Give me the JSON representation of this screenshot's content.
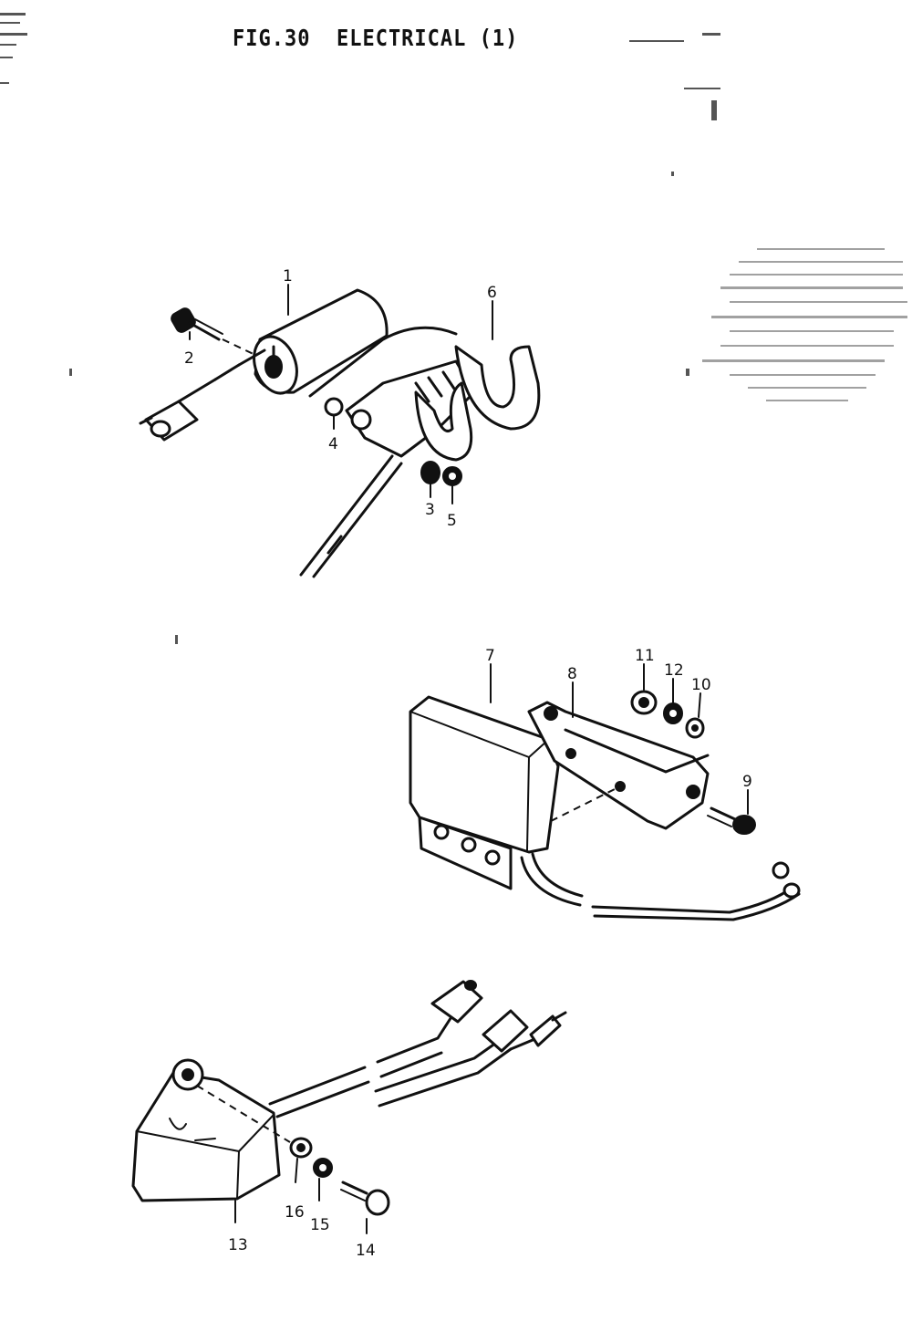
{
  "figure": {
    "title": "FIG.30  ELECTRICAL (1)"
  },
  "callouts": [
    {
      "id": "1",
      "label": "1"
    },
    {
      "id": "2",
      "label": "2"
    },
    {
      "id": "3",
      "label": "3"
    },
    {
      "id": "4",
      "label": "4"
    },
    {
      "id": "5",
      "label": "5"
    },
    {
      "id": "6",
      "label": "6"
    },
    {
      "id": "7",
      "label": "7"
    },
    {
      "id": "8",
      "label": "8"
    },
    {
      "id": "9",
      "label": "9"
    },
    {
      "id": "10",
      "label": "10"
    },
    {
      "id": "11",
      "label": "11"
    },
    {
      "id": "12",
      "label": "12"
    },
    {
      "id": "13",
      "label": "13"
    },
    {
      "id": "14",
      "label": "14"
    },
    {
      "id": "15",
      "label": "15"
    },
    {
      "id": "16",
      "label": "16"
    }
  ]
}
